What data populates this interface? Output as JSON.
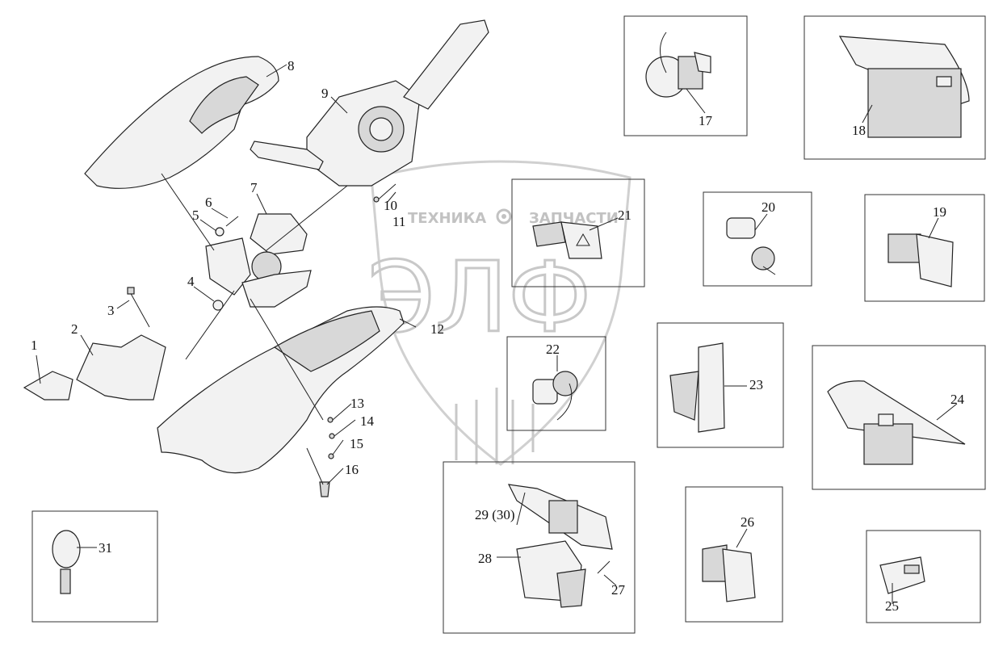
{
  "watermark": {
    "line1_left": "ТЕХНИКА",
    "line1_right": "ЗАПЧАСТИ",
    "big": "ЭЛФ"
  },
  "labels": {
    "p1": "1",
    "p2": "2",
    "p3": "3",
    "p4": "4",
    "p5": "5",
    "p6": "6",
    "p7": "7",
    "p8": "8",
    "p9": "9",
    "p10": "10",
    "p11": "11",
    "p12": "12",
    "p13": "13",
    "p14": "14",
    "p15": "15",
    "p16": "16",
    "p17": "17",
    "p18": "18",
    "p19": "19",
    "p20": "20",
    "p21": "21",
    "p22": "22",
    "p23": "23",
    "p24": "24",
    "p25": "25",
    "p26": "26",
    "p27": "27",
    "p28": "28",
    "p29": "29 (30)",
    "p31": "31"
  },
  "icons": {
    "gear": "gear-icon"
  }
}
